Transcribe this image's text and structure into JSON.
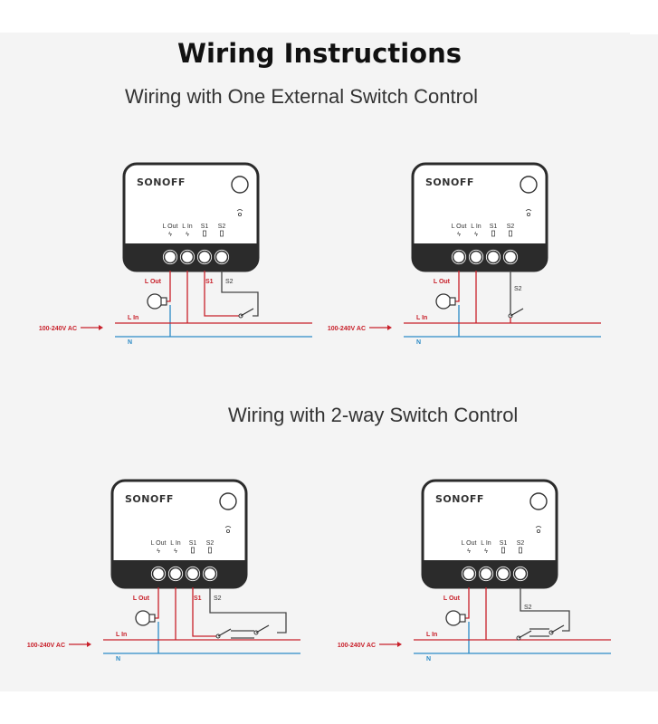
{
  "title": "Wiring Instructions",
  "sections": [
    {
      "heading": "Wiring with One External Switch Control"
    },
    {
      "heading": "Wiring with 2-way Switch Control"
    }
  ],
  "device": {
    "brand": "SONOFF",
    "terminals": [
      "L Out",
      "L In",
      "S1",
      "S2"
    ]
  },
  "wire_labels": {
    "l_out": "L Out",
    "l_in": "L In",
    "s1": "S1",
    "s2": "S2",
    "supply": "100-240V AC",
    "neutral": "N"
  },
  "colors": {
    "live": "#c8202a",
    "neutral": "#2b8ac6",
    "switch": "#444444",
    "device_outline": "#2b2b2b"
  }
}
